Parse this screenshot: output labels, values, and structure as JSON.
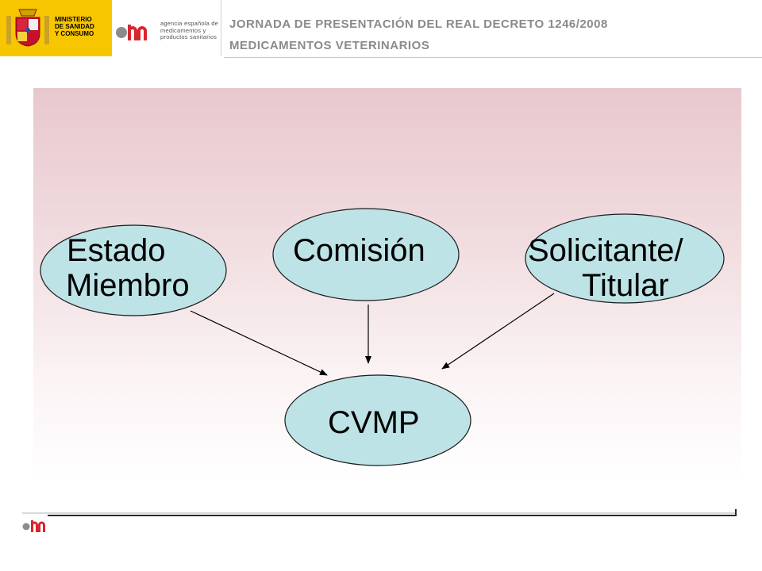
{
  "header": {
    "ministry_lines": [
      "MINISTERIO",
      "DE SANIDAD",
      "Y CONSUMO"
    ],
    "agency_lines": [
      "agencia española de",
      "medicamentos y",
      "productos sanitarios"
    ],
    "agency_logo_letters": "am",
    "title_line1": "JORNADA DE PRESENTACIÓN DEL REAL DECRETO 1246/2008",
    "title_line2": "MEDICAMENTOS VETERINARIOS"
  },
  "diagram": {
    "nodes": [
      {
        "id": "estado-miembro",
        "lines": [
          "Estado",
          "Miembro"
        ]
      },
      {
        "id": "comision",
        "lines": [
          "Comisión"
        ]
      },
      {
        "id": "solicitante-titular",
        "lines": [
          "Solicitante/",
          "Titular"
        ]
      },
      {
        "id": "cvmp",
        "lines": [
          "CVMP"
        ]
      }
    ],
    "edges": [
      {
        "from": "estado-miembro",
        "to": "cvmp"
      },
      {
        "from": "comision",
        "to": "cvmp"
      },
      {
        "from": "solicitante-titular",
        "to": "cvmp"
      }
    ]
  },
  "colors": {
    "node_fill": "#bde3e6",
    "node_stroke": "#1a1a1a",
    "ministry_yellow": "#f7c600",
    "agency_red": "#d8262c",
    "agency_grey": "#8c8c8c"
  },
  "footer": {
    "logo_letters": "am"
  }
}
